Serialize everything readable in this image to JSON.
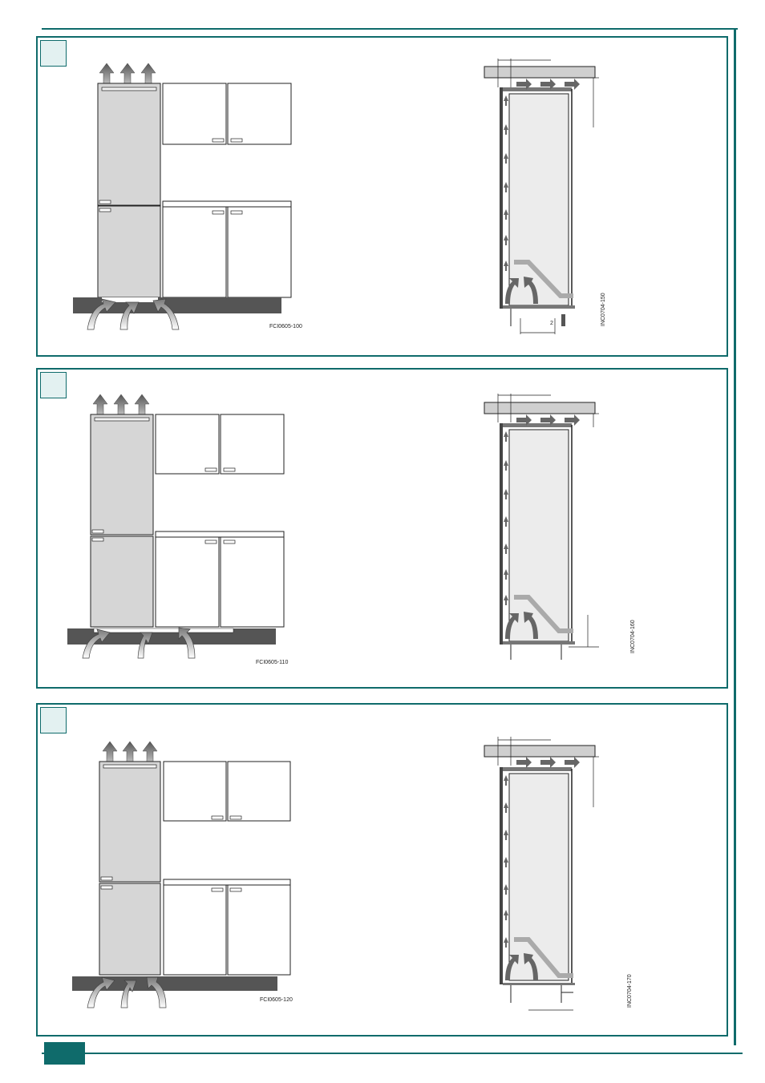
{
  "panels": [
    {
      "kitchen_code": "FCI0605-100",
      "section_code": "INC0704-150",
      "dim_label": "2"
    },
    {
      "kitchen_code": "FCI0605-110",
      "section_code": "INC0704-160",
      "dim_label": ""
    },
    {
      "kitchen_code": "FCI0605-120",
      "section_code": "INC0704-170",
      "dim_label": ""
    }
  ],
  "colors": {
    "accent": "#0f6b6b",
    "badge_fill": "#e3f1f1",
    "plinth": "#555555",
    "appliance": "#d6d6d6"
  }
}
